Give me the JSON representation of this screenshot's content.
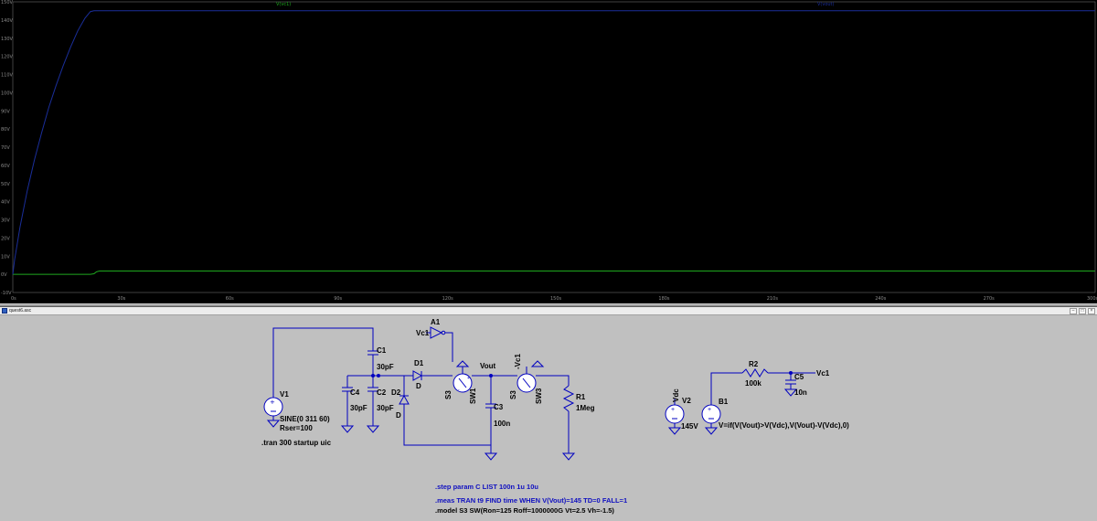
{
  "colors": {
    "plot_bg": "#000000",
    "vout_trace": "#1a2e9a",
    "vc1_trace": "#1fa81f",
    "axis_text": "#8a8a8a",
    "wire": "#0000c0",
    "schematic_bg": "#c0c0c0"
  },
  "plot": {
    "traces": [
      {
        "name": "V(vc1)",
        "color": "#1fa81f"
      },
      {
        "name": "V(vout)",
        "color": "#1a2e9a"
      }
    ]
  },
  "chart_data": {
    "type": "line",
    "xlabel": "",
    "ylabel": "",
    "xlim": [
      0,
      300
    ],
    "ylim": [
      -10,
      150
    ],
    "x_ticks": [
      "0s",
      "30s",
      "60s",
      "90s",
      "120s",
      "150s",
      "180s",
      "210s",
      "240s",
      "270s",
      "300s"
    ],
    "y_ticks": [
      "-10V",
      "0V",
      "10V",
      "20V",
      "30V",
      "40V",
      "50V",
      "60V",
      "70V",
      "80V",
      "90V",
      "100V",
      "110V",
      "120V",
      "130V",
      "140V",
      "150V"
    ],
    "series": [
      {
        "name": "V(vc1)",
        "color": "#1fa81f",
        "x": [
          0,
          21.5,
          22.5,
          23.2,
          24,
          300
        ],
        "y": [
          0,
          0,
          0.3,
          1.4,
          1.8,
          1.8
        ]
      },
      {
        "name": "V(vout)",
        "color": "#1a2e9a",
        "x": [
          0,
          0.5,
          1,
          2,
          3,
          4,
          6,
          8,
          10,
          12,
          14,
          16,
          18,
          20,
          21.5,
          22.5,
          24,
          300
        ],
        "y": [
          0,
          8,
          14,
          26,
          36,
          46,
          63,
          78,
          92,
          104,
          115,
          125,
          134,
          141,
          144.6,
          145.1,
          145.1,
          145.1
        ]
      }
    ]
  },
  "schematic": {
    "window_title": "quest6.asc",
    "labels": {
      "v1": "V1",
      "v1_value": "SINE(0 311 60)",
      "v1_rser": "Rser=100",
      "tran": ".tran 300 startup uic",
      "c1": "C1",
      "c1_value": "30pF",
      "c2": "C2",
      "c2_value": "30pF",
      "c4": "C4",
      "c4_value": "30pF",
      "d1": "D1",
      "d1_model": "D",
      "d2": "D2",
      "d2_model": "D",
      "a1": "A1",
      "a1_input": "Vc1",
      "s3_sw1_model": "S3",
      "sw1": "SW1",
      "vout": "Vout",
      "c3": "C3",
      "c3_value": "100n",
      "sw3_ctrl": "-Vc1",
      "s3_sw3_model": "S3",
      "sw3": "SW3",
      "r1": "R1",
      "r1_value": "1Meg",
      "vdc_net": "Vdc",
      "v2": "V2",
      "v2_value": "145V",
      "r2": "R2",
      "r2_value": "100k",
      "c5": "C5",
      "c5_value": "10n",
      "vc1_net": "Vc1",
      "b1": "B1",
      "b1_expr": "V=if(V(Vout)>V(Vdc),V(Vout)-V(Vdc),0)"
    },
    "directives": [
      ".step param C LIST 100n 1u 10u",
      ".meas TRAN t9 FIND time WHEN V(Vout)=145 TD=0 FALL=1",
      ".model S3 SW(Ron=125 Roff=1000000G Vt=2.5 Vh=-1.5)"
    ]
  }
}
